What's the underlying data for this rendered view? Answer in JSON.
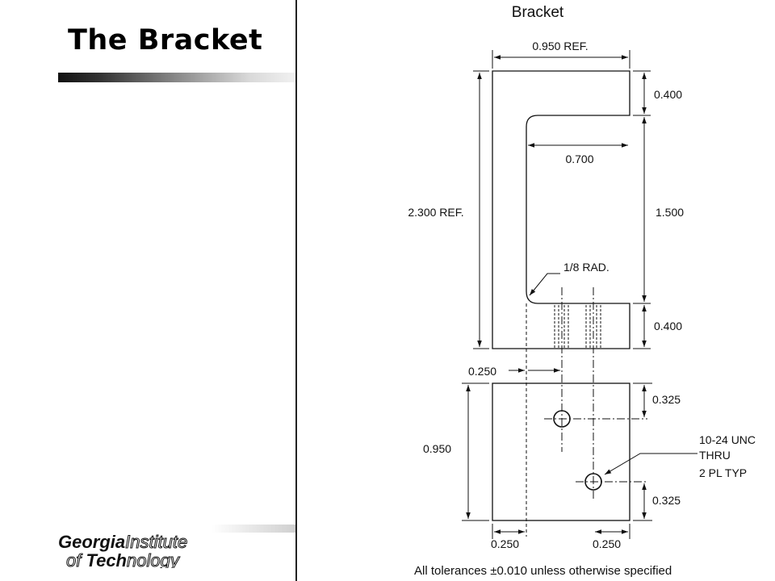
{
  "slide": {
    "title": "The Bracket"
  },
  "logo": {
    "line1_bold": "Georgia",
    "line1_light": "Institute",
    "line2_light": "of ",
    "line2_bold": "Tech",
    "line2_light_end": "nology"
  },
  "drawing": {
    "title": "Bracket",
    "dims": {
      "width_ref": "0.950 REF.",
      "height_ref": "2.300 REF.",
      "top_leg": "0.400",
      "slot_height": "1.500",
      "bottom_leg": "0.400",
      "slot_depth": "0.700",
      "radius": "1/8 RAD.",
      "hole_offset_x": "0.250",
      "base_width": "0.950",
      "hole1_y": "0.325",
      "hole2_y": "0.325",
      "base_left": "0.250",
      "base_right": "0.250"
    },
    "hole_note": [
      "10-24 UNC",
      "THRU",
      "2 PL TYP"
    ],
    "tolerance_note": "All tolerances ±0.010 unless otherwise specified"
  }
}
